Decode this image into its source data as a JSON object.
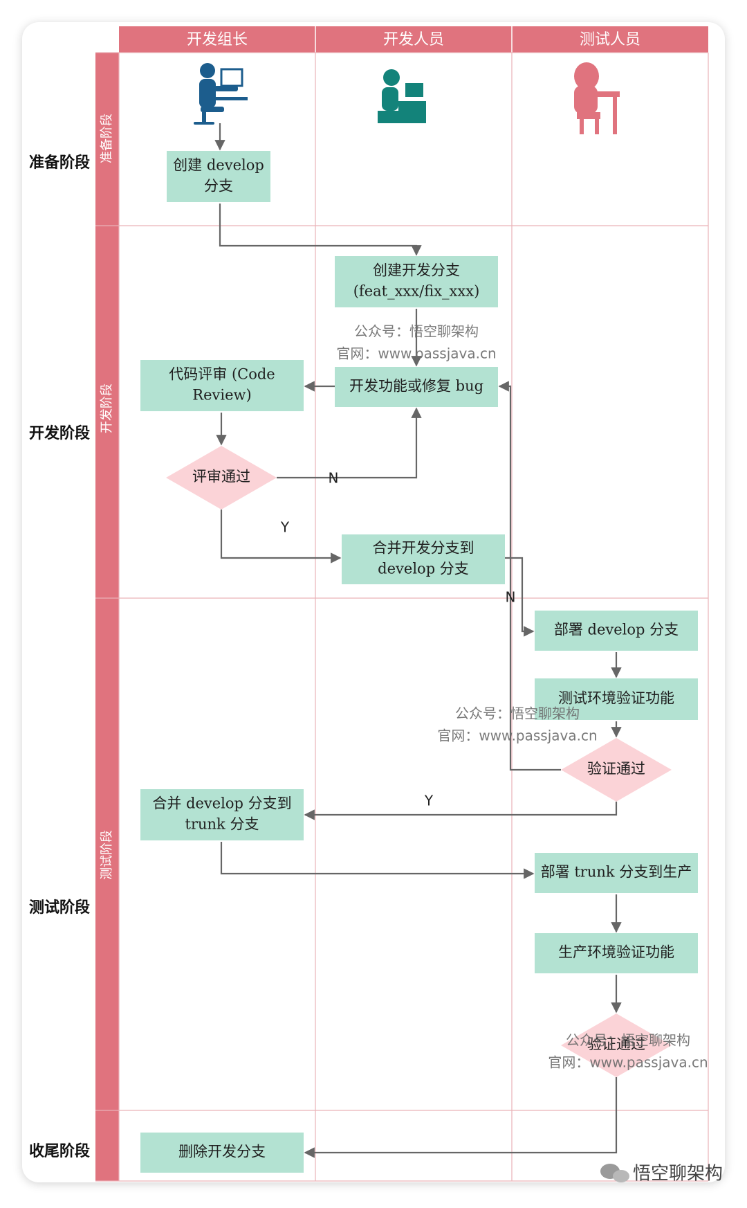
{
  "lanes": [
    "开发组长",
    "开发人员",
    "测试人员"
  ],
  "phases": [
    {
      "id": "prep",
      "label": "准备阶段",
      "vertical_label": "准备阶段"
    },
    {
      "id": "dev",
      "label": "开发阶段",
      "vertical_label": "开发阶段"
    },
    {
      "id": "test",
      "label": "测试阶段",
      "vertical_label": "测试阶段"
    },
    {
      "id": "end",
      "label": "收尾阶段",
      "vertical_label": ""
    }
  ],
  "nodes": {
    "create_develop": [
      "创建 develop",
      "分支"
    ],
    "create_feature": [
      "创建开发分支",
      "(feat_xxx/fix_xxx)"
    ],
    "develop_feature": [
      "开发功能或修复 bug"
    ],
    "code_review": [
      "代码评审 (Code",
      "Review)"
    ],
    "review_passed": [
      "评审通过"
    ],
    "merge_develop": [
      "合并开发分支到",
      "develop 分支"
    ],
    "deploy_develop": [
      "部署 develop 分支"
    ],
    "test_verify": [
      "测试环境验证功能"
    ],
    "verify_passed": [
      "验证通过"
    ],
    "merge_trunk": [
      "合并 develop 分支到",
      "trunk 分支"
    ],
    "deploy_trunk": [
      "部署 trunk 分支到生产"
    ],
    "prod_verify": [
      "生产环境验证功能"
    ],
    "prod_passed": [
      "验证通过"
    ],
    "delete_branch": [
      "删除开发分支"
    ]
  },
  "edge_labels": {
    "review_no": "N",
    "review_yes": "Y",
    "verify_no": "N",
    "verify_yes": "Y"
  },
  "watermark": {
    "line1": "公众号：悟空聊架构",
    "line2": "官网：www.passjava.cn"
  },
  "brand": "悟空聊架构",
  "icons": [
    "team-lead-computer-icon",
    "developer-desk-icon",
    "tester-desk-icon"
  ],
  "colors": {
    "header": "#e0737e",
    "node_fill": "#b3e2d2",
    "decision_fill": "#fbd3d7",
    "grid": "#eab2b8",
    "edge": "#666666",
    "lead_icon": "#1c5d8d",
    "dev_icon": "#13837a",
    "tester_icon": "#e0737e"
  }
}
